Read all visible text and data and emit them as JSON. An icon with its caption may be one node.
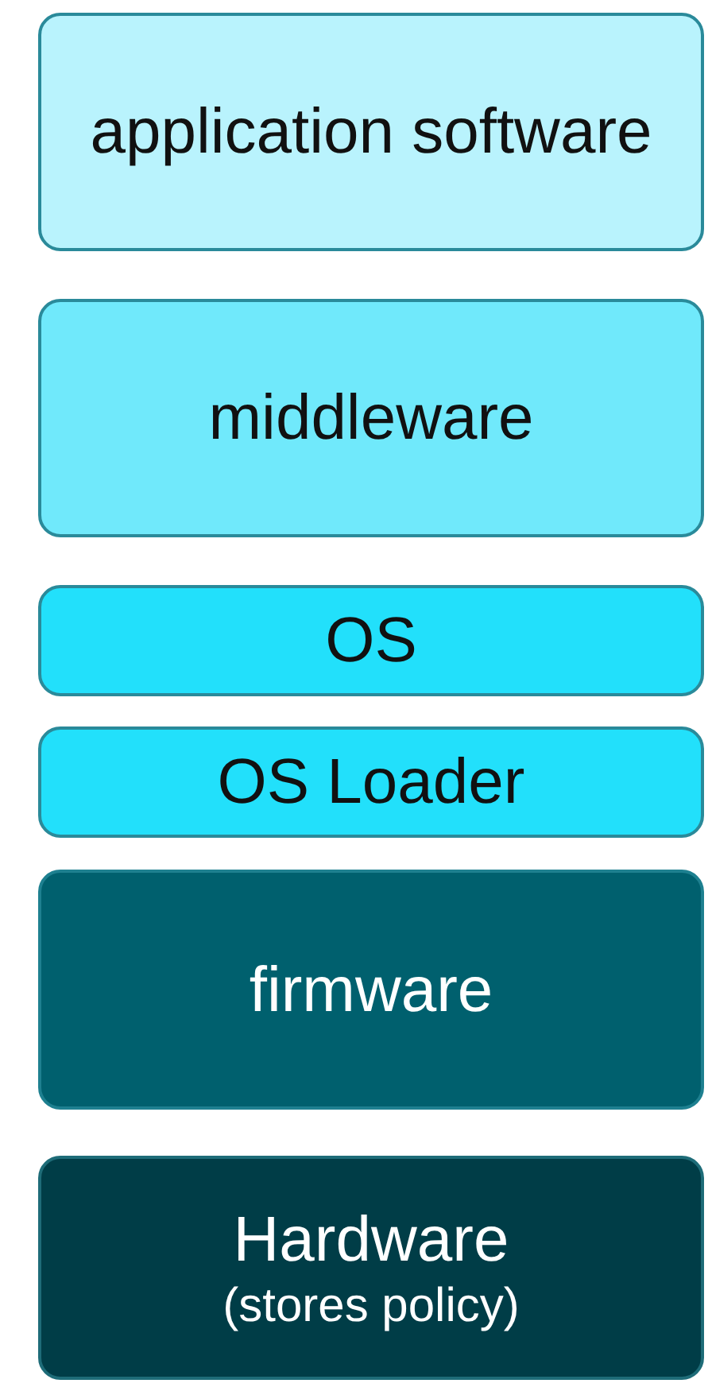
{
  "diagram": {
    "nodes": [
      {
        "text": [
          "application software"
        ]
      },
      {
        "text": [
          "middleware"
        ]
      },
      {
        "text": [
          "OS"
        ]
      },
      {
        "text": [
          "OS Loader"
        ]
      },
      {
        "text": [
          "firmware"
        ]
      },
      {
        "text": [
          "Hardware",
          "(stores policy)"
        ]
      }
    ]
  }
}
